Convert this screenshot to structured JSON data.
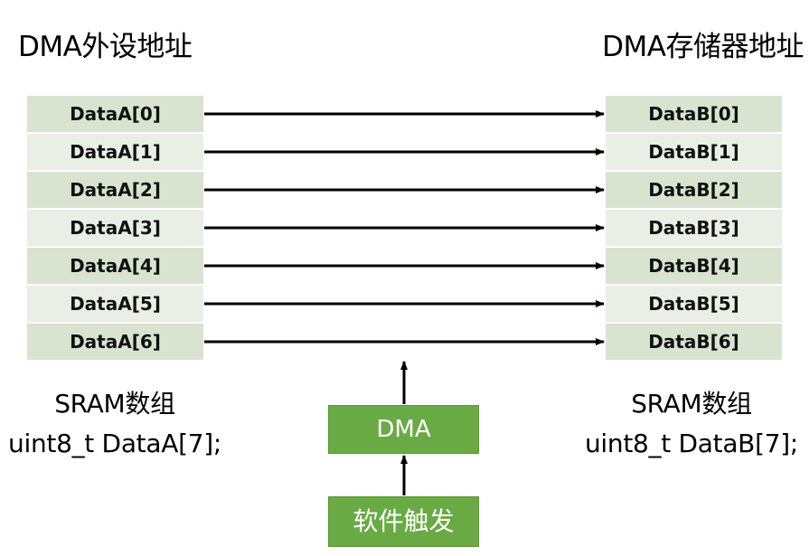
{
  "left": {
    "title": "DMA外设地址",
    "cells": [
      "DataA[0]",
      "DataA[1]",
      "DataA[2]",
      "DataA[3]",
      "DataA[4]",
      "DataA[5]",
      "DataA[6]"
    ],
    "caption_line1": "SRAM数组",
    "caption_line2": "uint8_t DataA[7];"
  },
  "right": {
    "title": "DMA存储器地址",
    "cells": [
      "DataB[0]",
      "DataB[1]",
      "DataB[2]",
      "DataB[3]",
      "DataB[4]",
      "DataB[5]",
      "DataB[6]"
    ],
    "caption_line1": "SRAM数组",
    "caption_line2": "uint8_t DataB[7];"
  },
  "dma_label": "DMA",
  "trigger_label": "软件触发",
  "colors": {
    "cell_dark": "#d8e4cf",
    "cell_light": "#e9efe4",
    "box_green": "#6aaa45",
    "arrow": "#000000"
  }
}
